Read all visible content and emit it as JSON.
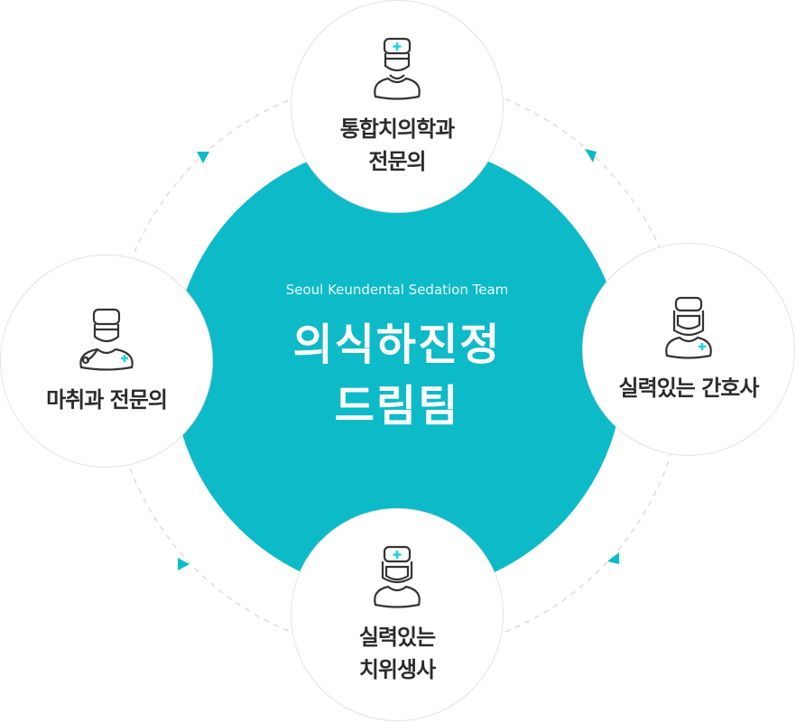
{
  "center": {
    "subtitle": "Seoul Keundental Sedation Team",
    "title": "의식하진정\n드림팀"
  },
  "nodes": [
    {
      "label": "통합치의학과\n전문의",
      "icon": "doctor-icon"
    },
    {
      "label": "실력있는 간호사",
      "icon": "nurse-icon"
    },
    {
      "label": "실력있는\n치위생사",
      "icon": "hygienist-icon"
    },
    {
      "label": "마취과 전문의",
      "icon": "anesthesiologist-icon"
    }
  ],
  "colors": {
    "accent": "#0dbac8",
    "ring": "#dddddd",
    "text": "#2b2b2b"
  }
}
